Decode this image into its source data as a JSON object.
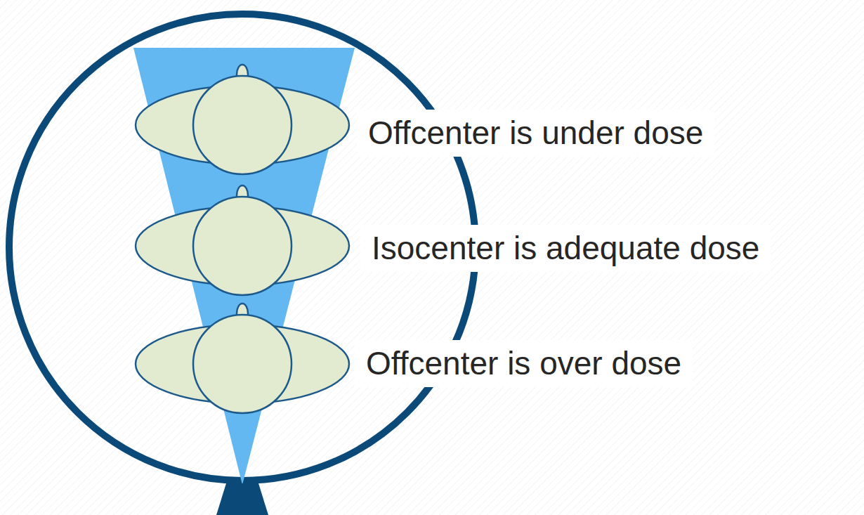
{
  "diagram": {
    "labels": [
      "Offcenter is under dose",
      "Isocenter is adequate dose",
      "Offcenter is over dose"
    ]
  }
}
